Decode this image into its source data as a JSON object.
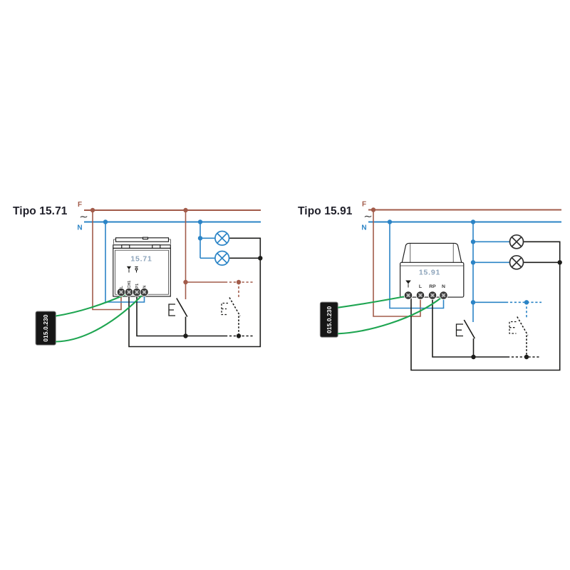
{
  "colors": {
    "phase": "#a25b4a",
    "neutral": "#2b84c6",
    "green": "#1ea551",
    "black": "#1d1d1b",
    "model": "#8da4bb",
    "title": "#21212b",
    "box_bg": "#161616",
    "box_text": "#ffffff",
    "box_border": "#8a8a8a"
  },
  "diagrams": [
    {
      "title": "Tipo 15.71",
      "phase_label": "F",
      "neutral_label": "N",
      "ac_symbol": "∼",
      "device": {
        "model": "15.71",
        "terminals": [
          {
            "label": "L",
            "icon": ""
          },
          {
            "label": "CH1",
            "icon": "antenna"
          },
          {
            "label": "P1",
            "icon": "pushbutton"
          },
          {
            "label": "N",
            "icon": ""
          }
        ],
        "lamp_count": 2
      },
      "antenna_label": "015.0.230"
    },
    {
      "title": "Tipo 15.91",
      "phase_label": "F",
      "neutral_label": "N",
      "ac_symbol": "∼",
      "device": {
        "model": "15.91",
        "terminals": [
          {
            "label": "",
            "icon": "antenna"
          },
          {
            "label": "L",
            "icon": ""
          },
          {
            "label": "RP",
            "icon": ""
          },
          {
            "label": "N",
            "icon": ""
          }
        ],
        "lamp_count": 2
      },
      "antenna_label": "015.0.230"
    }
  ]
}
